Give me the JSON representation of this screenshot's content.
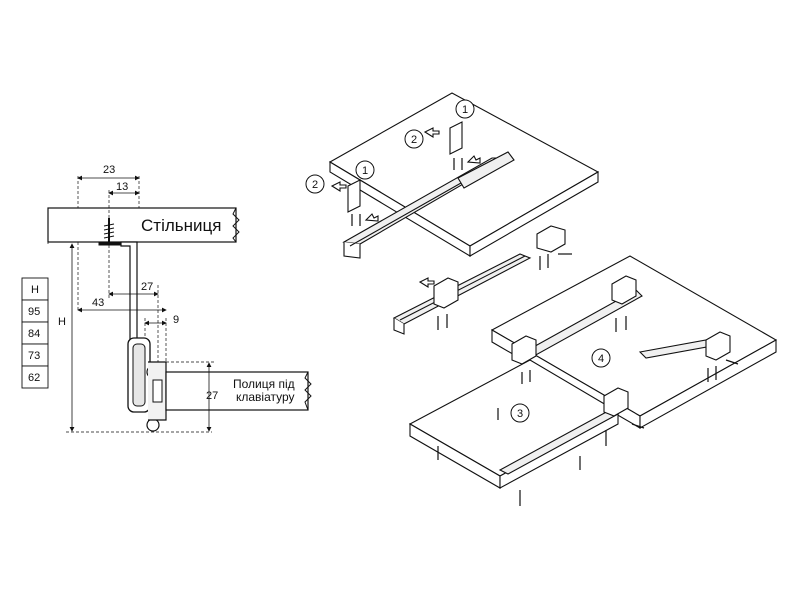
{
  "labels": {
    "countertop": "Стільниця",
    "keyboard_shelf_line1": "Полиця під",
    "keyboard_shelf_line2": "клавіатуру"
  },
  "dimensions": {
    "width_23": "23",
    "width_13": "13",
    "width_27": "27",
    "width_43": "43",
    "width_9": "9",
    "height_27": "27",
    "height_symbol": "H"
  },
  "height_table": {
    "header": "H",
    "rows": [
      "95",
      "84",
      "73",
      "62"
    ]
  },
  "steps": [
    "1",
    "2",
    "1",
    "2",
    "3",
    "4"
  ]
}
